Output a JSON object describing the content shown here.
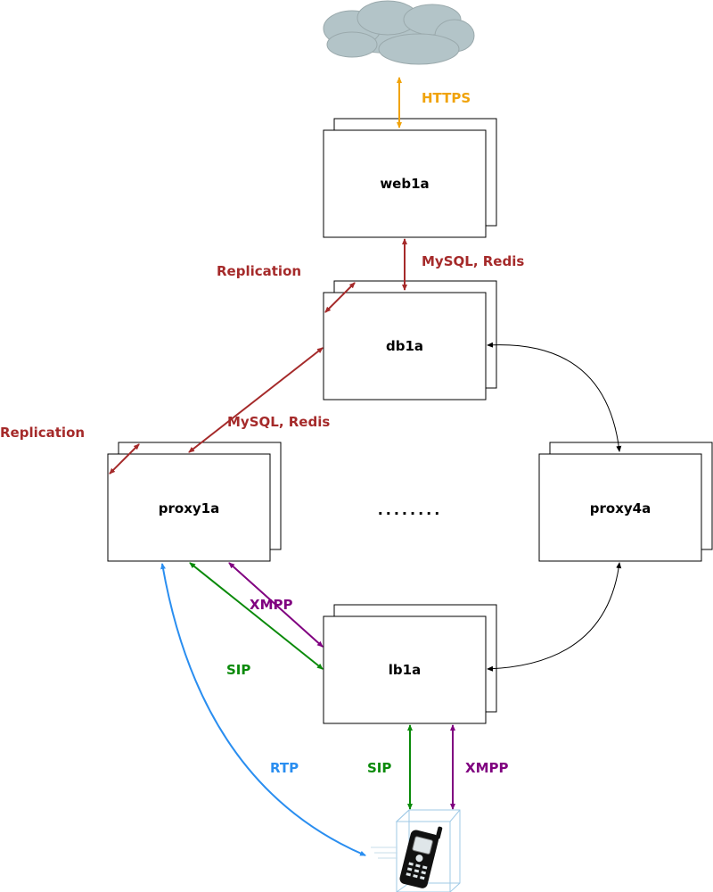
{
  "colors": {
    "https": "#f0a30a",
    "db": "#a52a2a",
    "sip": "#0a8a0a",
    "xmpp": "#800080",
    "rtp": "#2a8ef0",
    "link": "#000000",
    "cloud": "#b3c4c8"
  },
  "nodes": {
    "web": "web1a",
    "db": "db1a",
    "proxy1": "proxy1a",
    "proxy4": "proxy4a",
    "lb": "lb1a"
  },
  "edges": {
    "https": "HTTPS",
    "mysql_web": "MySQL, Redis",
    "replication_db": "Replication",
    "mysql_proxy": "MySQL, Redis",
    "replication_proxy": "Replication",
    "xmpp_proxy": "XMPP",
    "sip_proxy": "SIP",
    "rtp": "RTP",
    "sip_lb": "SIP",
    "xmpp_lb": "XMPP"
  },
  "ellipsis": "........"
}
